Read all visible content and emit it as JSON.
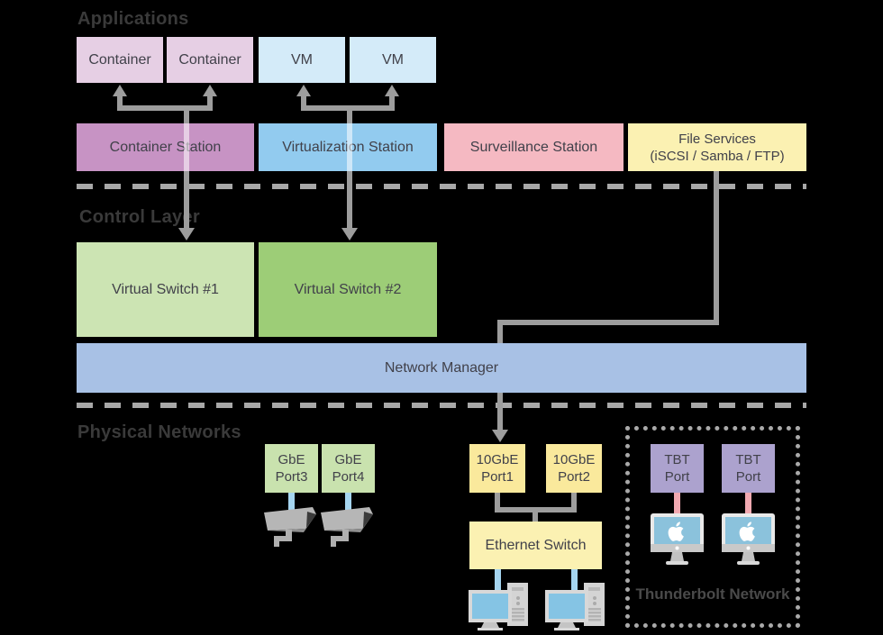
{
  "sections": {
    "applications": {
      "title": "Applications"
    },
    "control_layer": {
      "title": "Control Layer"
    },
    "physical_networks": {
      "title": "Physical Networks"
    }
  },
  "applications": {
    "container_1": "Container",
    "container_2": "Container",
    "vm_1": "VM",
    "vm_2": "VM"
  },
  "stations": {
    "container_station": "Container Station",
    "virtualization_station": "Virtualization Station",
    "surveillance_station": "Surveillance Station",
    "file_services": {
      "line1": "File Services",
      "line2": "(iSCSI / Samba / FTP)"
    }
  },
  "control_layer": {
    "virtual_switch_1": "Virtual Switch #1",
    "virtual_switch_2": "Virtual Switch #2",
    "network_manager": "Network Manager"
  },
  "physical_networks": {
    "gbe_port_3": {
      "line1": "GbE",
      "line2": "Port3"
    },
    "gbe_port_4": {
      "line1": "GbE",
      "line2": "Port4"
    },
    "tengbe_port_1": {
      "line1": "10GbE",
      "line2": "Port1"
    },
    "tengbe_port_2": {
      "line1": "10GbE",
      "line2": "Port2"
    },
    "ethernet_switch": "Ethernet Switch",
    "tbt_port_1": {
      "line1": "TBT",
      "line2": "Port"
    },
    "tbt_port_2": {
      "line1": "TBT",
      "line2": "Port"
    },
    "thunderbolt_network_label": "Thunderbolt Network"
  },
  "icons": {
    "camera": "surveillance-camera-icon",
    "desktop": "desktop-computer-icon",
    "imac": "apple-imac-icon",
    "apple_logo": "apple-logo-icon"
  },
  "colors": {
    "background": "#000000",
    "container_box": "#E6CFE4",
    "container_station": "#C793C4",
    "vm_box": "#D4EBF9",
    "virtualization_station": "#92CBEF",
    "surveillance_station": "#F5B9C2",
    "file_services": "#FBF1B2",
    "virtual_switch_1": "#CCE4B3",
    "virtual_switch_2": "#9DCD77",
    "network_manager": "#A8C1E5",
    "gbe_port": "#C9E2AE",
    "tengbe_port": "#FAE99C",
    "ethernet_switch": "#FBF1B2",
    "tbt_port": "#ACA2CE",
    "connector_gray": "#9D9D9D",
    "connector_blue": "#A5D5F0",
    "connector_pink": "#F1A9B1",
    "dashed_line": "#A8A8A8",
    "section_title_text": "#3A3A3A",
    "box_text": "#41414A"
  }
}
